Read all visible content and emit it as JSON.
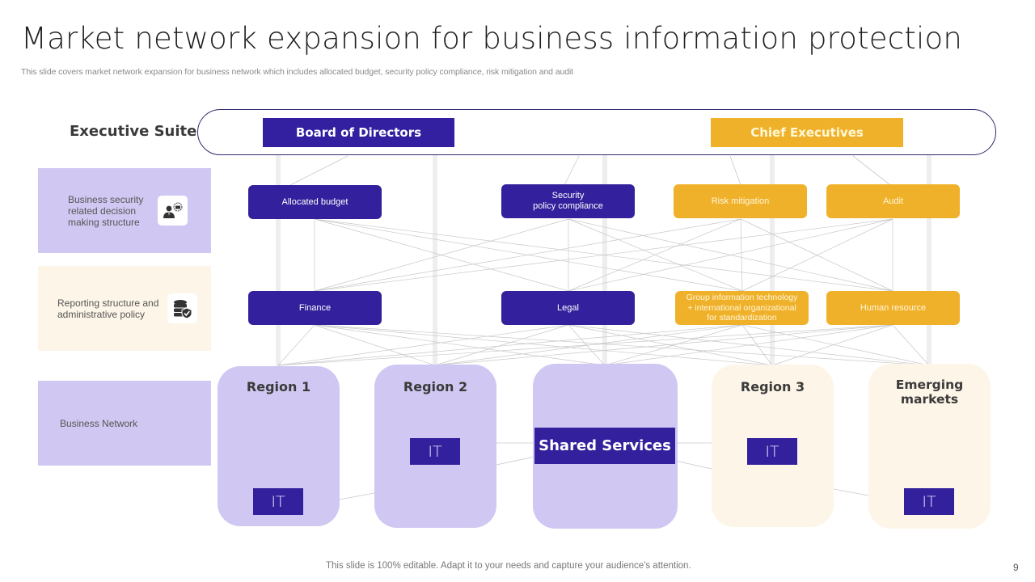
{
  "slide": {
    "title": "Market network expansion for business information protection",
    "subtitle": "This slide covers market network expansion for business network which includes allocated budget, security policy compliance, risk mitigation and audit",
    "footer": "This slide is 100% editable. Adapt it to your needs and capture your audience's attention.",
    "page_number": "9"
  },
  "colors": {
    "primary_purple": "#33209c",
    "accent_gold": "#f0b12a",
    "light_lavender": "#d0c8f2",
    "cream": "#fdf5e8",
    "connector_gray": "#c8c8c8"
  },
  "executive_suite": {
    "label": "Executive Suite",
    "board": "Board of Directors",
    "chief": "Chief Executives"
  },
  "side_cards": [
    {
      "label": "Business security related decision making structure",
      "icon": "businessman-briefcase-icon"
    },
    {
      "label": "Reporting structure and administrative policy",
      "icon": "database-check-icon"
    },
    {
      "label": "Business Network"
    }
  ],
  "decision_nodes": [
    {
      "label": "Allocated budget",
      "color": "purple"
    },
    {
      "label": "Security\npolicy compliance",
      "color": "purple"
    },
    {
      "label": "Risk mitigation",
      "color": "gold"
    },
    {
      "label": "Audit",
      "color": "gold"
    }
  ],
  "reporting_nodes": [
    {
      "label": "Finance",
      "color": "purple"
    },
    {
      "label": "Legal",
      "color": "purple"
    },
    {
      "label": "Group information technology\n+ international organizational\nfor standardization",
      "color": "gold"
    },
    {
      "label": "Human resource",
      "color": "gold"
    }
  ],
  "regions": [
    {
      "title": "Region 1",
      "it": "IT"
    },
    {
      "title": "Region 2",
      "it": "IT"
    },
    {
      "title": "",
      "center_label": "Shared Services"
    },
    {
      "title": "Region 3",
      "it": "IT"
    },
    {
      "title": "Emerging markets",
      "it": "IT"
    }
  ]
}
